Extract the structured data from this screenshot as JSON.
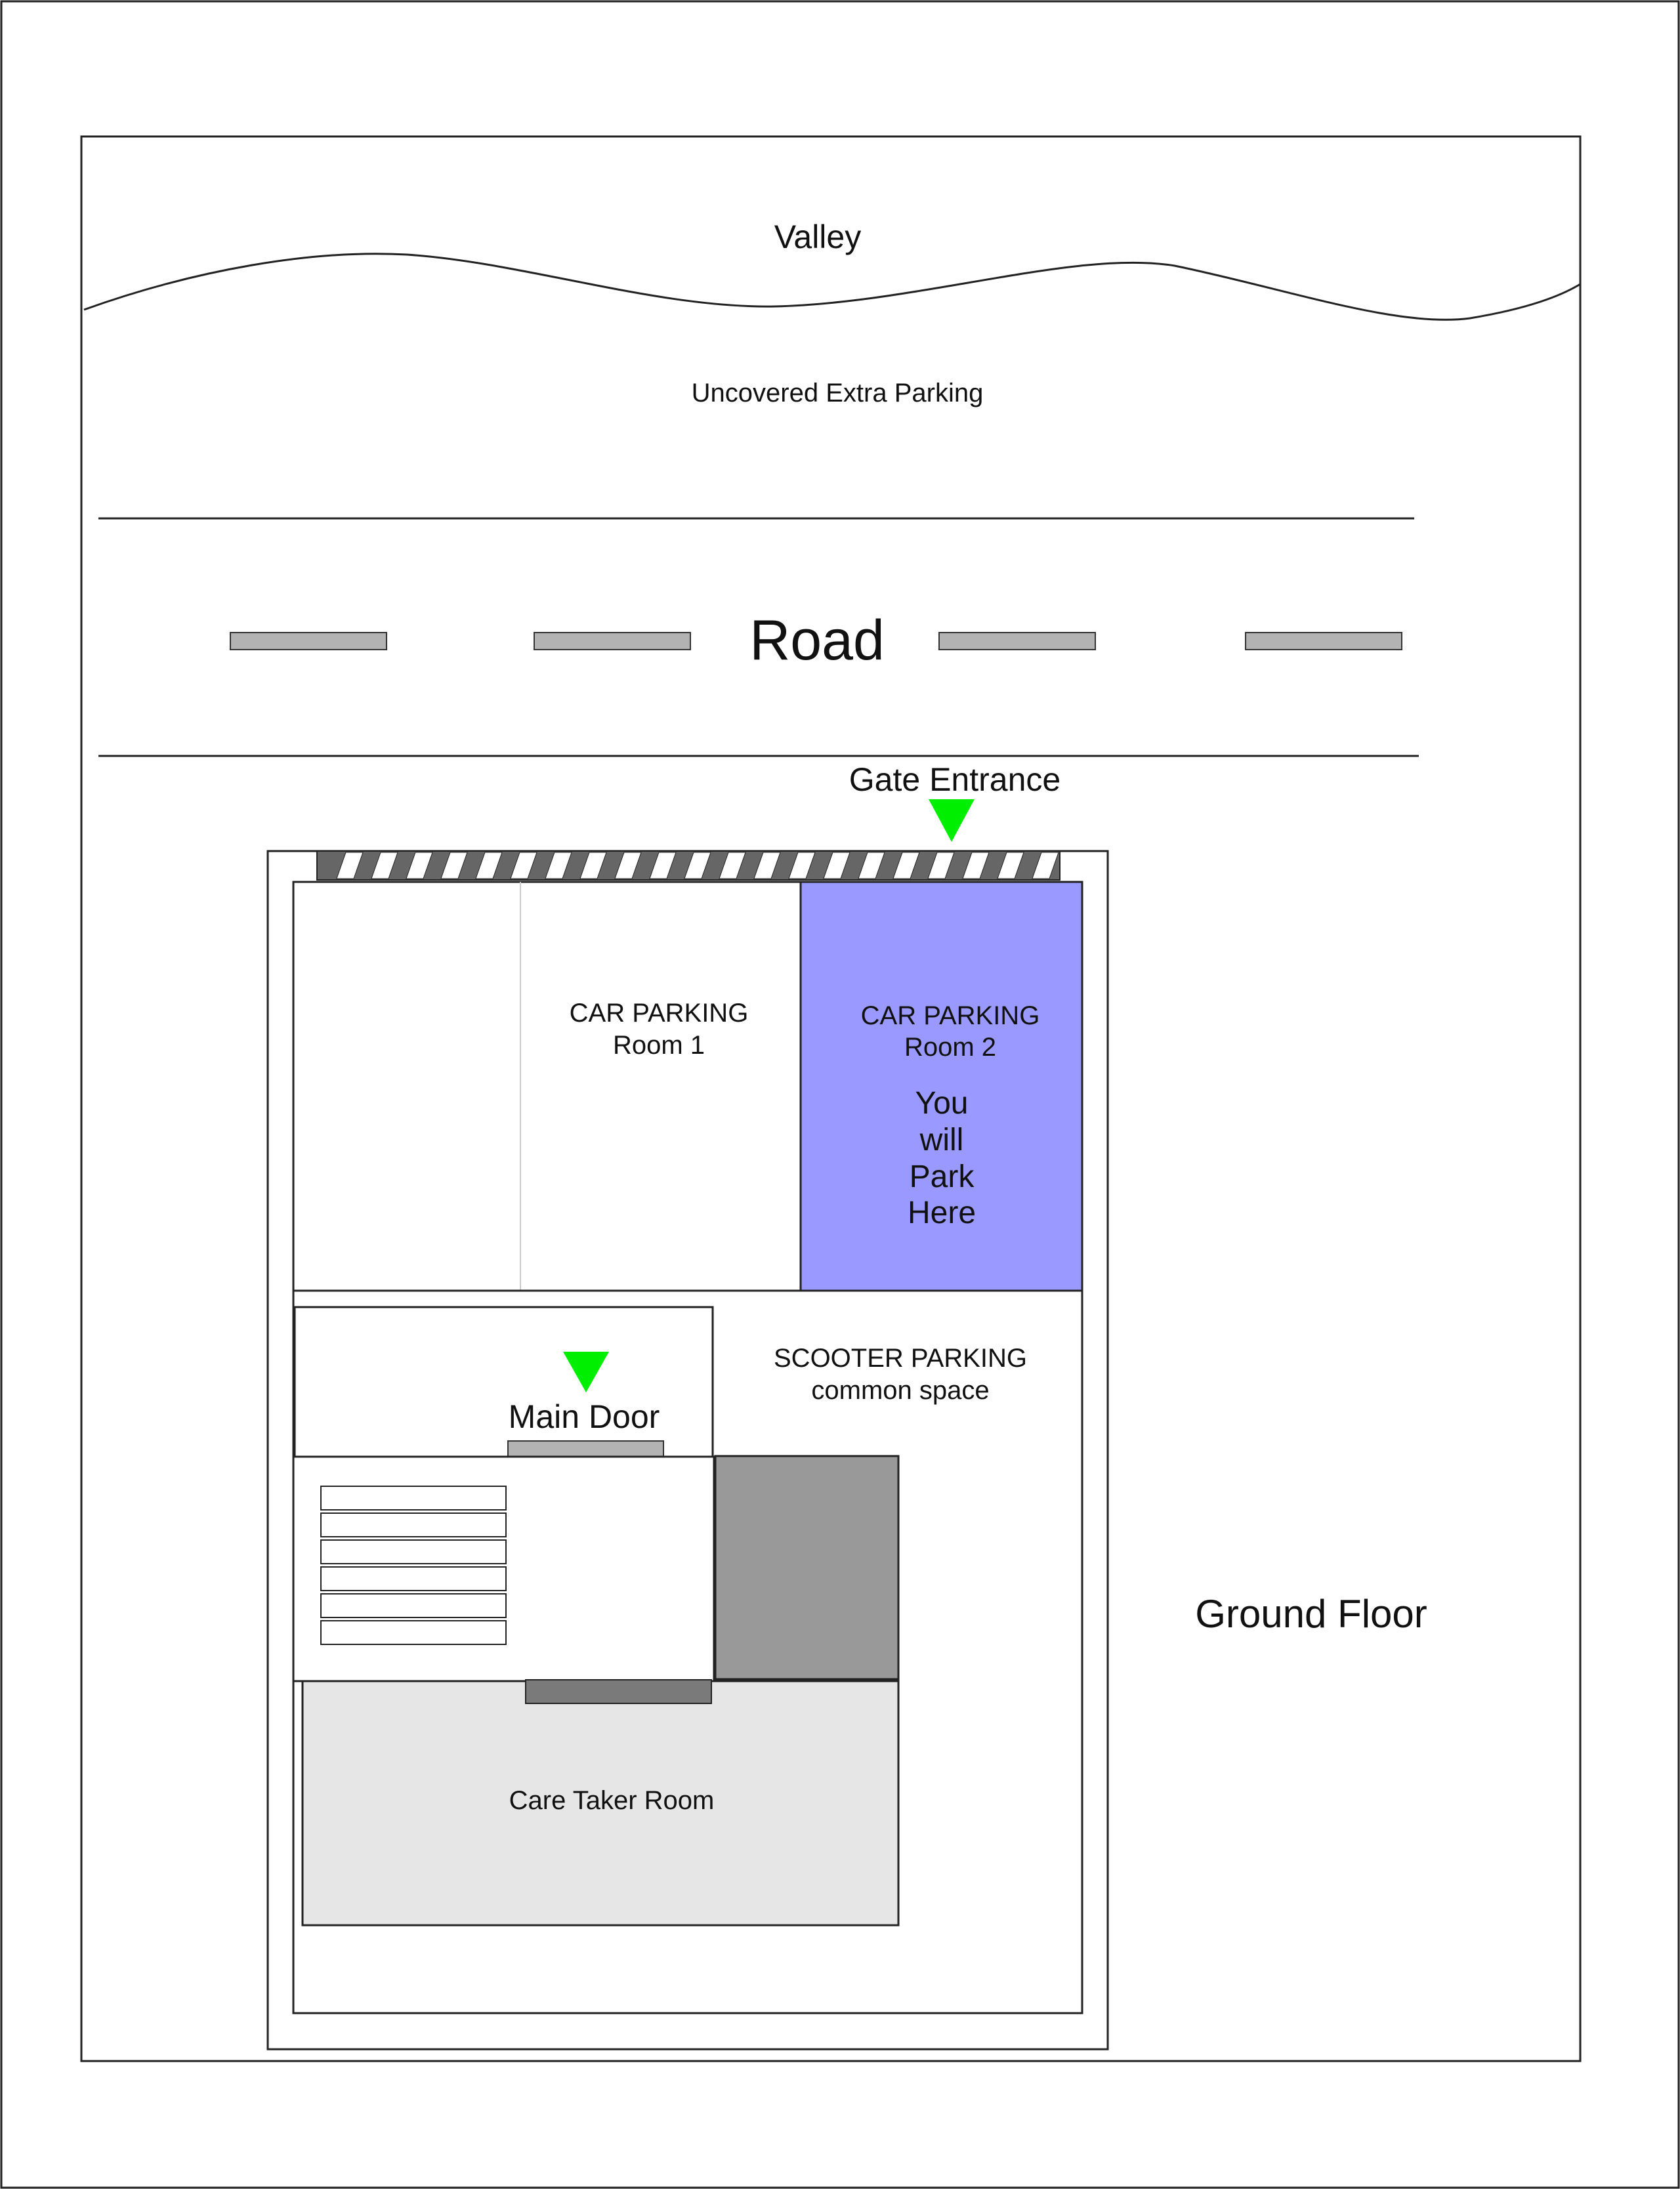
{
  "labels": {
    "valley": "Valley",
    "uncovered_parking": "Uncovered Extra Parking",
    "road": "Road",
    "gate_entrance": "Gate Entrance",
    "car_parking_room1_line1": "CAR PARKING",
    "car_parking_room1_line2": "Room 1",
    "car_parking_room2_line1": "CAR PARKING",
    "car_parking_room2_line2": "Room 2",
    "park_here_line1": "You",
    "park_here_line2": "will",
    "park_here_line3": "Park",
    "park_here_line4": "Here",
    "scooter_parking_line1": "SCOOTER PARKING",
    "scooter_parking_line2": "common space",
    "main_door": "Main Door",
    "care_taker_room": "Care Taker Room",
    "ground_floor": "Ground Floor"
  },
  "colors": {
    "highlight_room": "#9999ff",
    "arrow_marker": "#00ee00",
    "road_dash": "#b3b3b3",
    "gate_dark": "#666666",
    "door_light": "#b3b3b3",
    "door_dark": "#7a7a7a",
    "block_gray": "#999999",
    "care_taker_fill": "#e6e6e6"
  },
  "icons": {
    "gate_marker": "triangle-down-icon",
    "door_marker": "triangle-down-icon"
  }
}
